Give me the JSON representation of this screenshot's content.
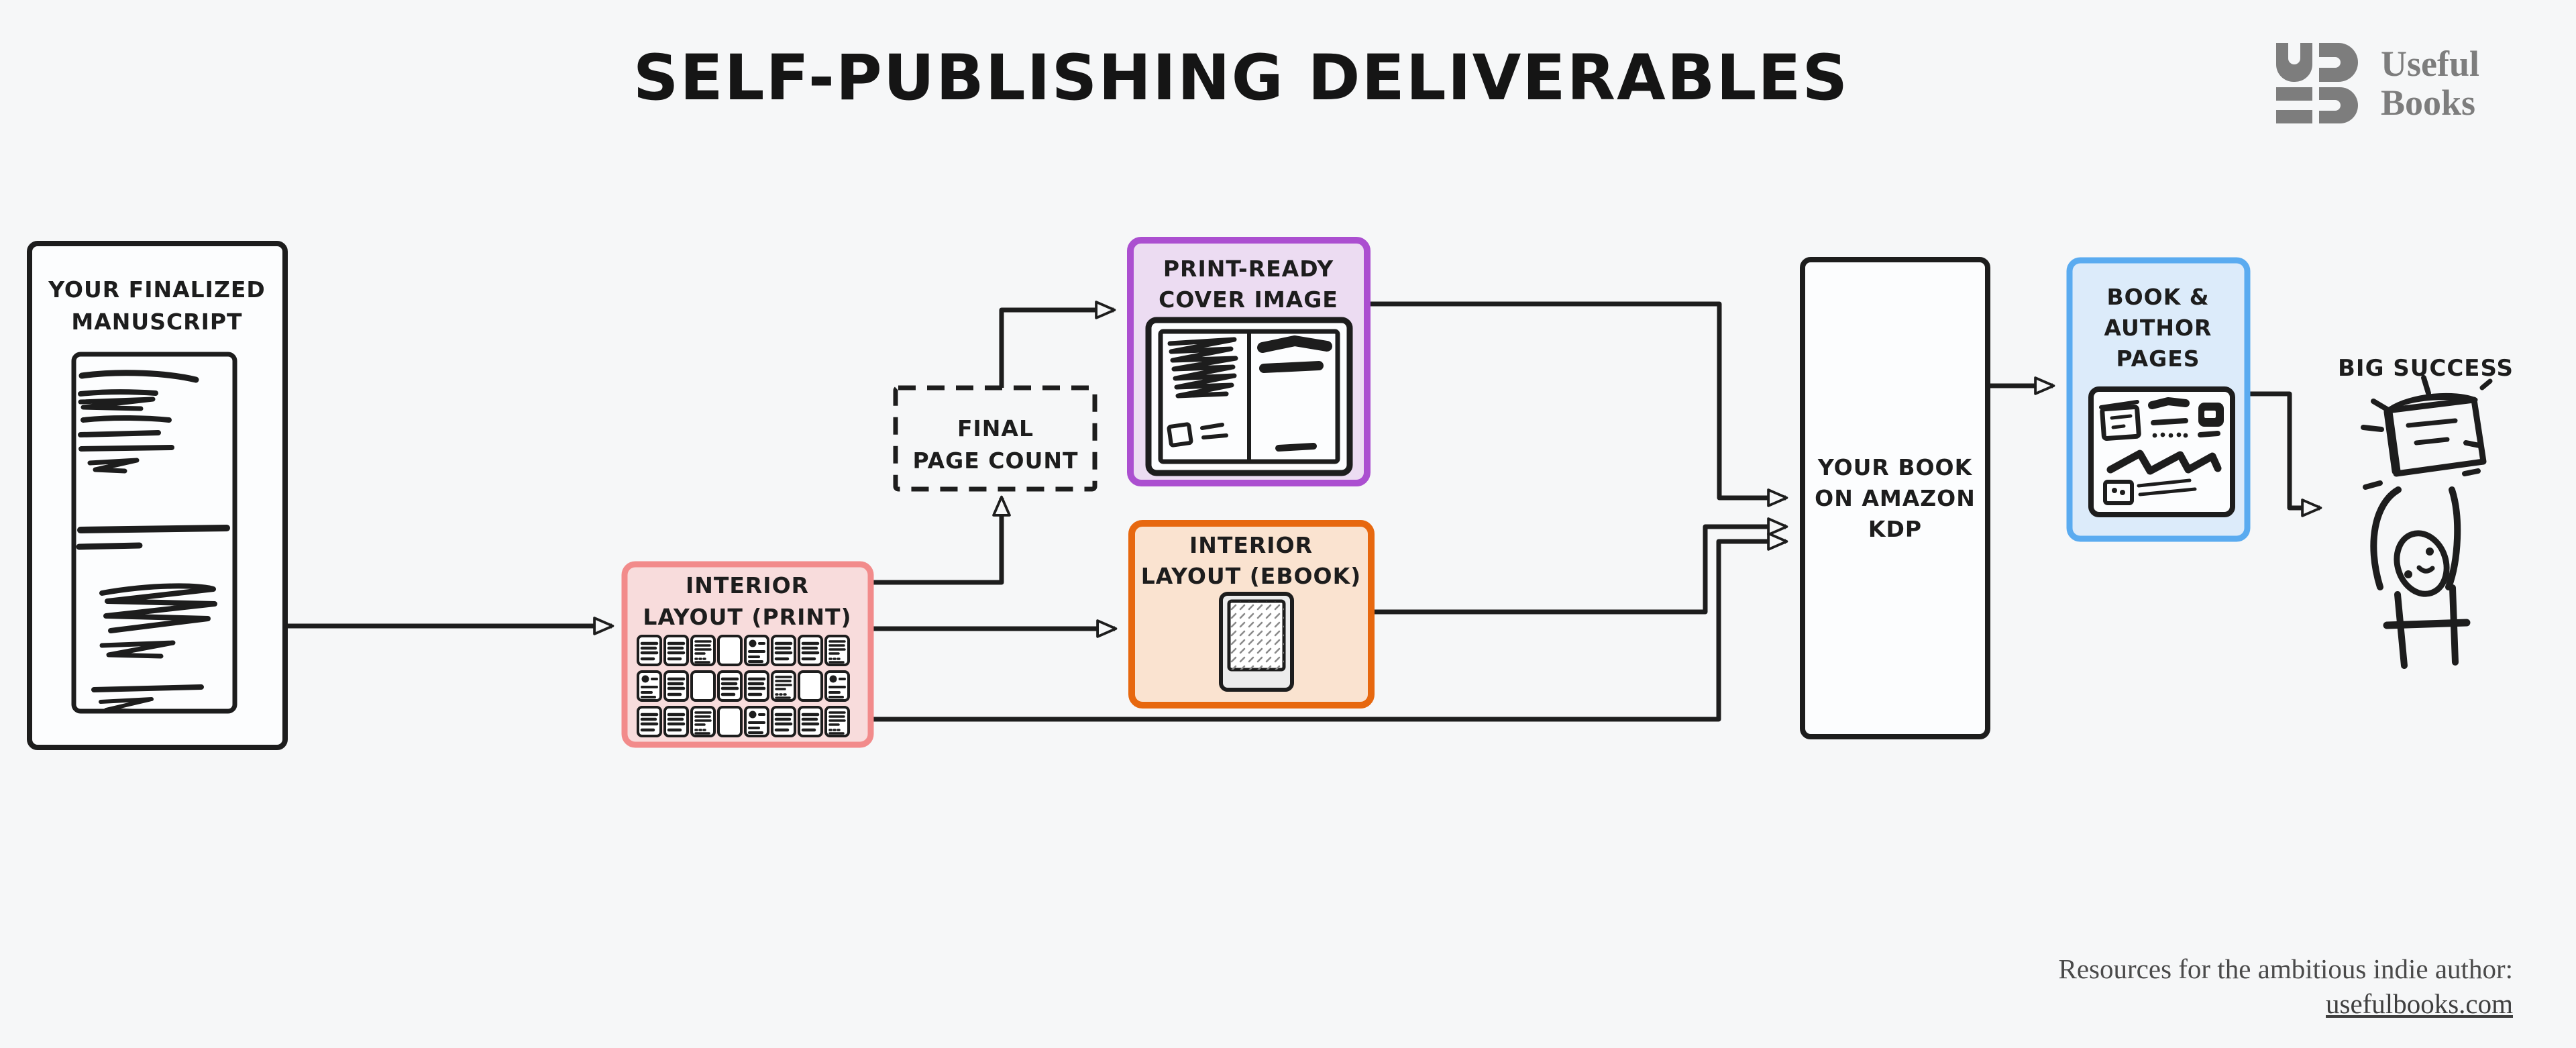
{
  "title": "SELF-PUBLISHING DELIVERABLES",
  "logo": {
    "line1": "Useful",
    "line2": "Books"
  },
  "nodes": {
    "manuscript": {
      "lines": [
        "YOUR FINALIZED",
        "MANUSCRIPT"
      ]
    },
    "interior_print": {
      "lines": [
        "INTERIOR",
        "LAYOUT (PRINT)"
      ]
    },
    "final_page_count": {
      "lines": [
        "FINAL",
        "PAGE COUNT"
      ]
    },
    "cover": {
      "lines": [
        "PRINT-READY",
        "COVER IMAGE"
      ]
    },
    "interior_ebook": {
      "lines": [
        "INTERIOR",
        "LAYOUT (EBOOK)"
      ]
    },
    "kdp": {
      "lines": [
        "YOUR BOOK",
        "ON AMAZON",
        "KDP"
      ]
    },
    "pages": {
      "lines": [
        "BOOK &",
        "AUTHOR",
        "PAGES"
      ]
    },
    "success": {
      "label": "BIG SUCCESS"
    }
  },
  "footer": {
    "line1": "Resources for the ambitious indie author:",
    "link": "usefulbooks.com"
  },
  "colors": {
    "background": "#f6f7f8",
    "ink": "#1d1d1d",
    "node_fill": "#fcfdfe",
    "print_border": "#f28b8b",
    "print_fill": "#f8dcdc",
    "cover_border": "#ab4fd0",
    "cover_fill": "#ecdcf2",
    "ebook_border": "#e7680f",
    "ebook_fill": "#fae3d0",
    "pages_border": "#5aabf0",
    "pages_fill": "#dcebfa",
    "logo_gray": "#7d7d7d",
    "footer_text": "#4a4a4a"
  }
}
